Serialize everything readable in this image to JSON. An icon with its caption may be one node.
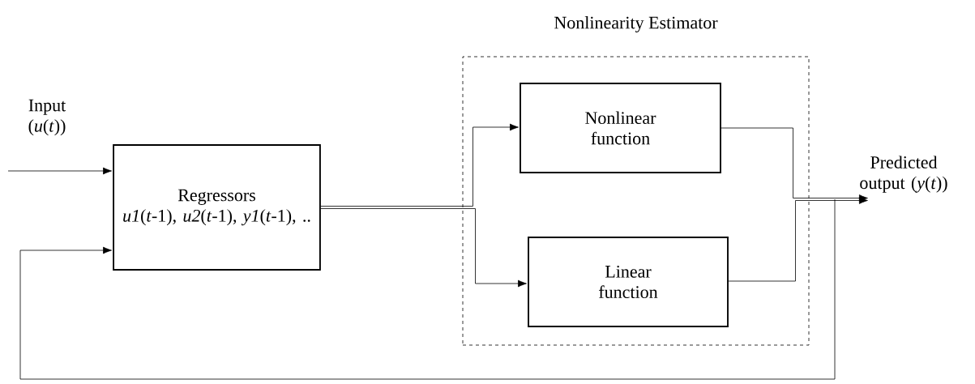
{
  "diagram": {
    "nodes": [
      {
        "text": [
          "Nonlinearity Estimator"
        ]
      },
      {
        "text": [
          "Regressors",
          "*u1*(*t*-1), *u2*(*t*-1), *y1*(*t*-1), .."
        ]
      },
      {
        "text": [
          "Nonlinear function"
        ],
        "in": 0
      },
      {
        "text": [
          "Linear function"
        ],
        "in": 0
      },
      {
        "text": [
          "Predicted output (*y*(*t*))"
        ]
      }
    ],
    "edges": [
      {
        "from": null,
        "to": 1,
        "arrow": "to",
        "label": "Input (*u*(*t*))"
      },
      {
        "from": 1,
        "to": 2,
        "arrow": "to"
      },
      {
        "from": 1,
        "to": 3,
        "arrow": "to"
      },
      {
        "from": 2,
        "to": 4,
        "arrow": "to"
      },
      {
        "from": 3,
        "to": 4,
        "arrow": "to"
      },
      {
        "from": 4,
        "to": 1,
        "arrow": "to"
      }
    ]
  }
}
